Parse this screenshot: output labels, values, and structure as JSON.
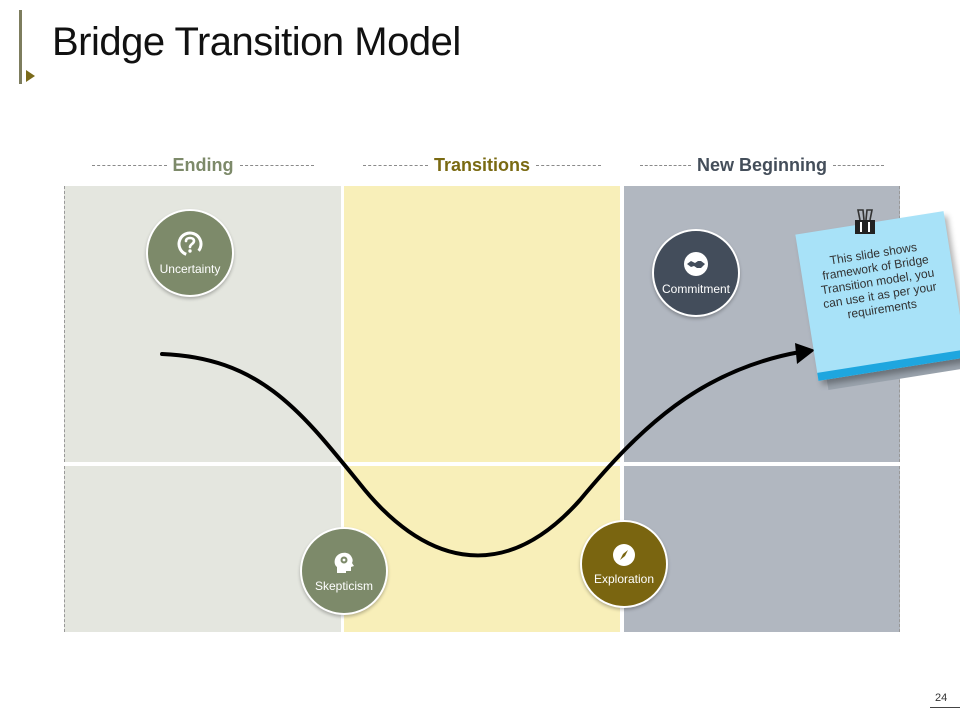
{
  "title": "Bridge Transition Model",
  "columns": [
    {
      "label": "Ending",
      "color": "#7d8a6a",
      "fill": "#e4e6df"
    },
    {
      "label": "Transitions",
      "color": "#7a6a12",
      "fill": "#f8efb9"
    },
    {
      "label": "New Beginning",
      "color": "#444e5a",
      "fill": "#b1b7c0"
    }
  ],
  "stages": [
    {
      "label": "Uncertainty",
      "icon": "question-mark-icon",
      "color": "#7d8a6a"
    },
    {
      "label": "Skepticism",
      "icon": "head-gears-icon",
      "color": "#7d8a6a"
    },
    {
      "label": "Exploration",
      "icon": "compass-icon",
      "color": "#7a6510"
    },
    {
      "label": "Commitment",
      "icon": "handshake-icon",
      "color": "#434d5b"
    }
  ],
  "note": {
    "text": "This slide shows framework of Bridge Transition model, you can use it as per your requirements",
    "color": "#a8e2f8",
    "accent": "#1ea6df"
  },
  "page_number": "24"
}
